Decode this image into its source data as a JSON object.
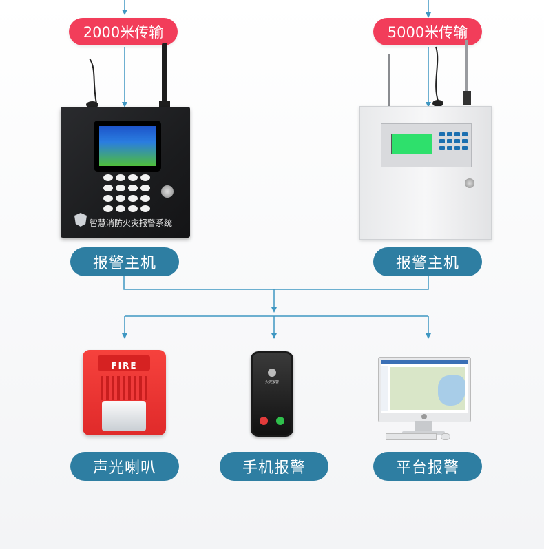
{
  "labels": {
    "transmit_left": "2000米传输",
    "transmit_right": "5000米传输",
    "host_left": "报警主机",
    "host_right": "报警主机",
    "out_siren": "声光喇叭",
    "out_phone": "手机报警",
    "out_platform": "平台报警"
  },
  "devices": {
    "dark_host_brand": "智慧消防火灾报警系统",
    "siren_text": "FIRE",
    "phone_caller": "火灾报警"
  },
  "colors": {
    "transmit_pill": "#f23d5a",
    "label_pill": "#2e7ea2",
    "connector": "#3f97c2"
  }
}
